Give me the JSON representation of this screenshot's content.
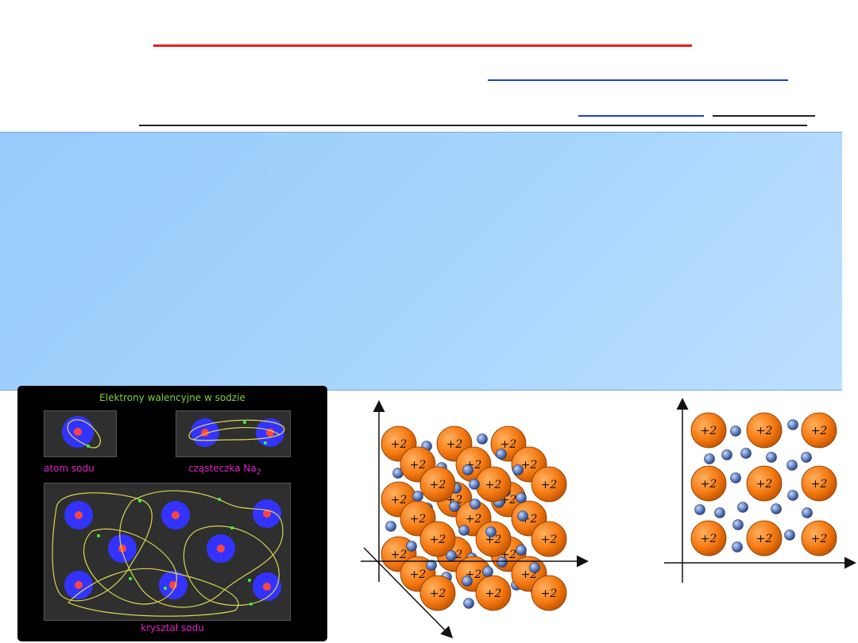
{
  "sodium_panel": {
    "title": "Elektrony walencyjne w sodzie",
    "atom_label": "atom sodu",
    "molecule_label": "cząsteczka Na",
    "molecule_subscript": "2",
    "crystal_label": "kryształ sodu"
  },
  "lattice": {
    "ion_charge": "+2"
  },
  "colors": {
    "title_rule": "#ee1d1d",
    "link_rule": "#1f3fd0",
    "band": "#a6d4fd",
    "ion": "#f57a12",
    "electron": "#4b6fb0",
    "panel_label": "#e020c8",
    "panel_title": "#7fcf3a"
  }
}
